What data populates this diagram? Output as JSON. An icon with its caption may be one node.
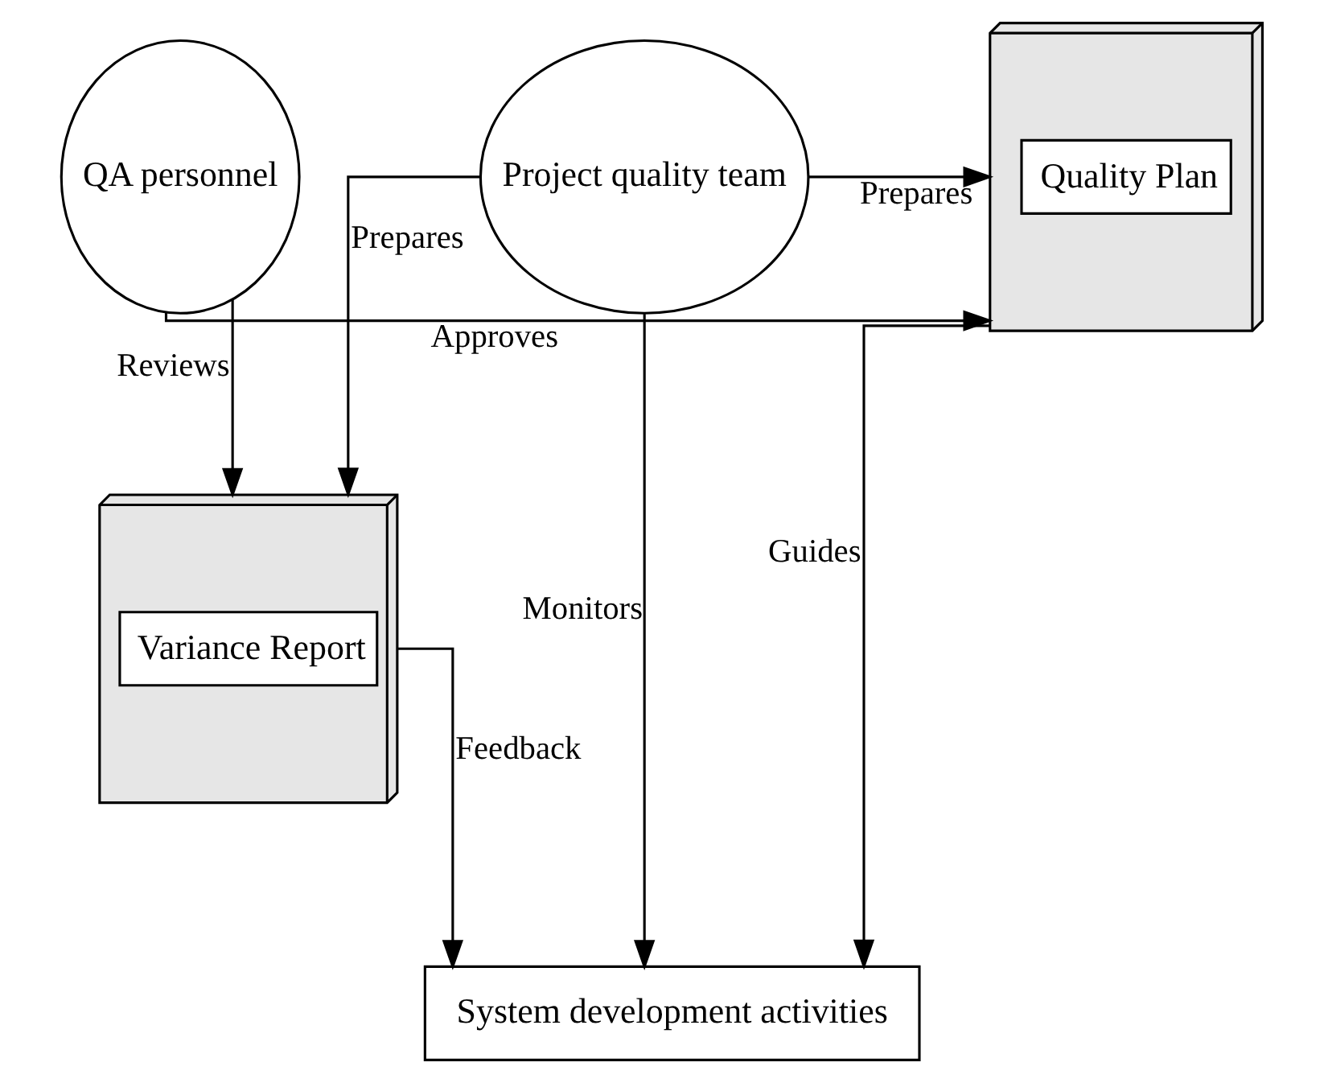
{
  "diagram": {
    "nodes": [
      {
        "text": [
          "QA personnel"
        ]
      },
      {
        "text": [
          "Quality Plan"
        ]
      },
      {
        "text": [
          "Project quality team"
        ]
      },
      {
        "text": [
          "System development activities"
        ]
      },
      {
        "text": [
          "Variance Report"
        ]
      }
    ],
    "edges": [
      {
        "from": 0,
        "to": 1,
        "arrow": "to",
        "label": "Approves"
      },
      {
        "from": 2,
        "to": 1,
        "arrow": "to",
        "label": "Prepares"
      },
      {
        "from": 1,
        "to": 3,
        "arrow": "to",
        "label": "Guides"
      },
      {
        "from": 2,
        "to": 3,
        "arrow": "to",
        "label": "Monitors"
      },
      {
        "from": 4,
        "to": 3,
        "arrow": "to",
        "label": "Feedback"
      },
      {
        "from": 0,
        "to": 4,
        "arrow": "to",
        "label": "Reviews"
      },
      {
        "from": 2,
        "to": 4,
        "arrow": "to",
        "label": "Prepares"
      }
    ]
  }
}
